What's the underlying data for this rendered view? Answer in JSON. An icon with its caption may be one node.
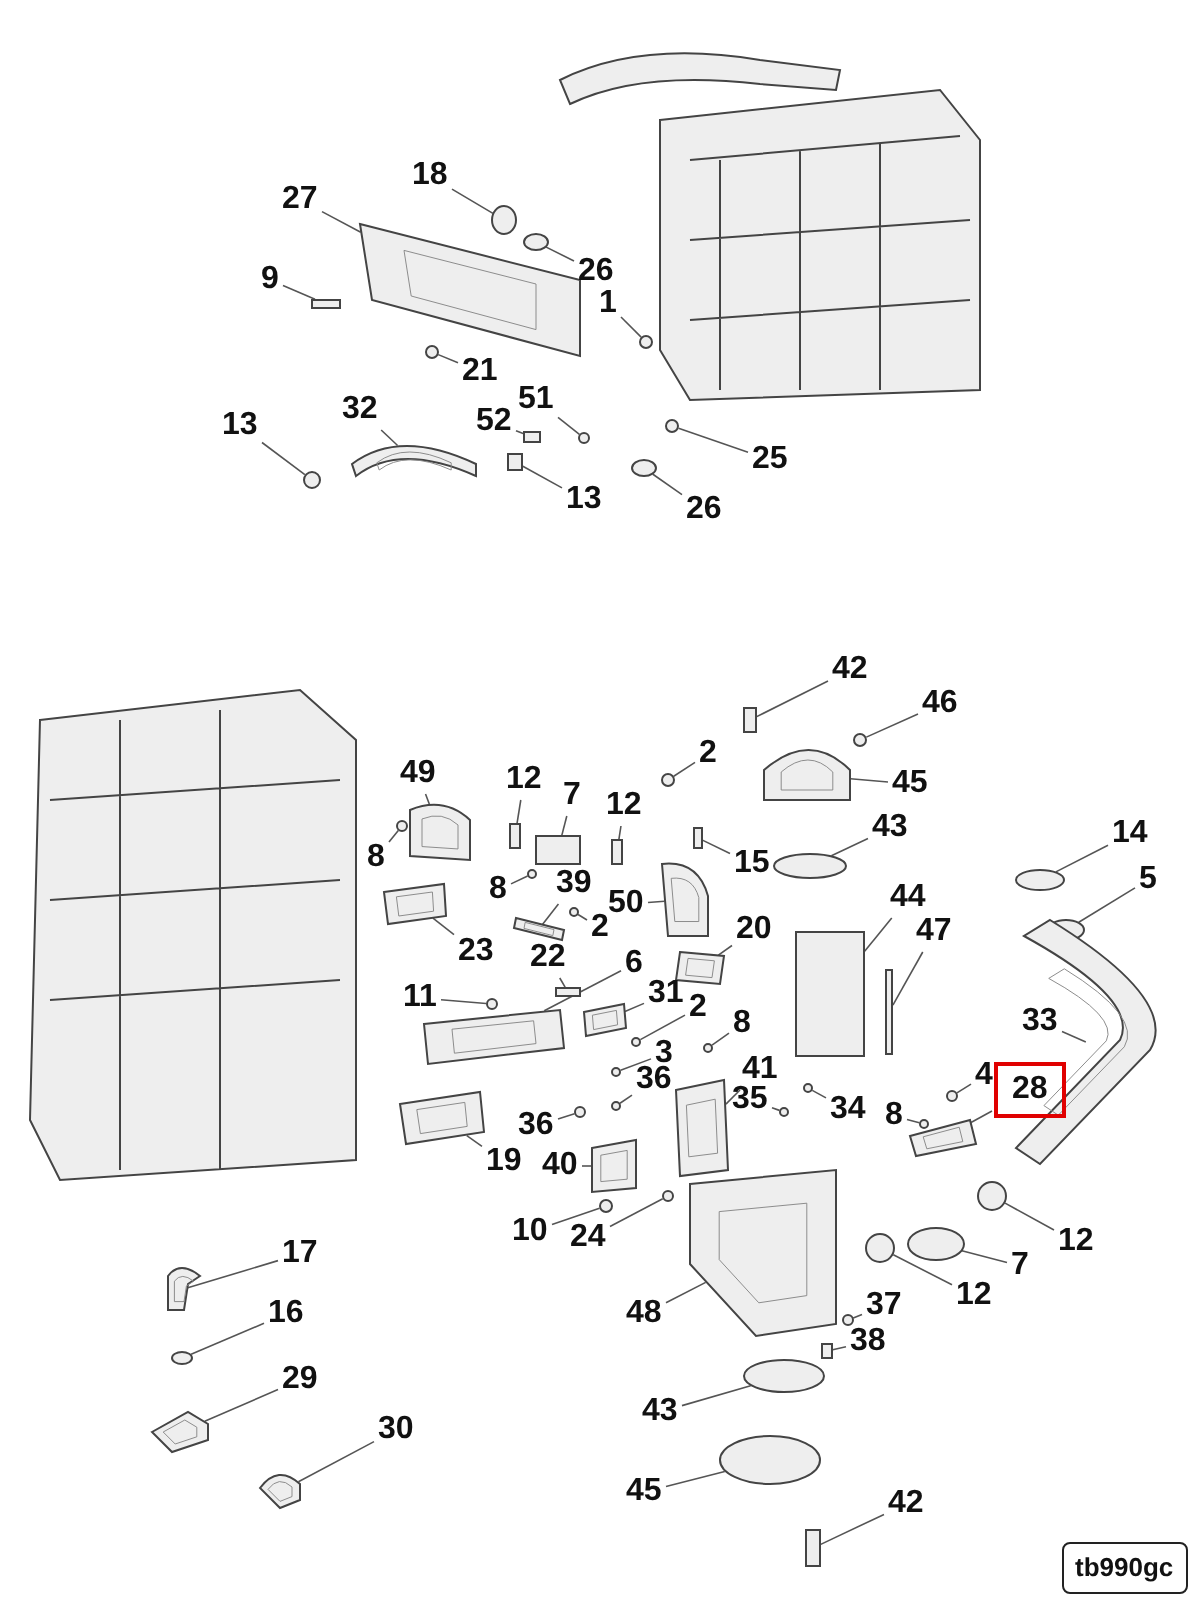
{
  "diagram": {
    "nodes": [
      {
        "text": [
          "18"
        ]
      },
      {
        "text": [
          "27"
        ]
      },
      {
        "text": [
          "9"
        ]
      },
      {
        "text": [
          "26"
        ]
      },
      {
        "text": [
          "1"
        ]
      },
      {
        "text": [
          "21"
        ]
      },
      {
        "text": [
          "51"
        ]
      },
      {
        "text": [
          "52"
        ]
      },
      {
        "text": [
          "32"
        ]
      },
      {
        "text": [
          "13"
        ]
      },
      {
        "text": [
          "25"
        ]
      },
      {
        "text": [
          "13"
        ]
      },
      {
        "text": [
          "26"
        ]
      },
      {
        "text": [
          "42"
        ]
      },
      {
        "text": [
          "46"
        ]
      },
      {
        "text": [
          "45"
        ]
      },
      {
        "text": [
          "2"
        ]
      },
      {
        "text": [
          "49"
        ]
      },
      {
        "text": [
          "12"
        ]
      },
      {
        "text": [
          "7"
        ]
      },
      {
        "text": [
          "12"
        ]
      },
      {
        "text": [
          "8"
        ]
      },
      {
        "text": [
          "43"
        ]
      },
      {
        "text": [
          "15"
        ]
      },
      {
        "text": [
          "14"
        ]
      },
      {
        "text": [
          "8"
        ]
      },
      {
        "text": [
          "39"
        ]
      },
      {
        "text": [
          "50"
        ]
      },
      {
        "text": [
          "2"
        ]
      },
      {
        "text": [
          "44"
        ]
      },
      {
        "text": [
          "5"
        ]
      },
      {
        "text": [
          "23"
        ]
      },
      {
        "text": [
          "22"
        ]
      },
      {
        "text": [
          "20"
        ]
      },
      {
        "text": [
          "47"
        ]
      },
      {
        "text": [
          "11"
        ]
      },
      {
        "text": [
          "6"
        ]
      },
      {
        "text": [
          "31"
        ]
      },
      {
        "text": [
          "2"
        ]
      },
      {
        "text": [
          "8"
        ]
      },
      {
        "text": [
          "3"
        ]
      },
      {
        "text": [
          "41"
        ]
      },
      {
        "text": [
          "36"
        ]
      },
      {
        "text": [
          "35"
        ]
      },
      {
        "text": [
          "34"
        ]
      },
      {
        "text": [
          "4"
        ]
      },
      {
        "text": [
          "33"
        ]
      },
      {
        "text": [
          "28"
        ]
      },
      {
        "text": [
          "8"
        ]
      },
      {
        "text": [
          "36"
        ]
      },
      {
        "text": [
          "19"
        ]
      },
      {
        "text": [
          "40"
        ]
      },
      {
        "text": [
          "10"
        ]
      },
      {
        "text": [
          "24"
        ]
      },
      {
        "text": [
          "12"
        ]
      },
      {
        "text": [
          "7"
        ]
      },
      {
        "text": [
          "12"
        ]
      },
      {
        "text": [
          "48"
        ]
      },
      {
        "text": [
          "37"
        ]
      },
      {
        "text": [
          "38"
        ]
      },
      {
        "text": [
          "17"
        ]
      },
      {
        "text": [
          "16"
        ]
      },
      {
        "text": [
          "29"
        ]
      },
      {
        "text": [
          "30"
        ]
      },
      {
        "text": [
          "43"
        ]
      },
      {
        "text": [
          "45"
        ]
      },
      {
        "text": [
          "42"
        ]
      },
      {
        "text": [
          "tb990gc"
        ]
      },
      {
        "text": [],
        "shape": "circle"
      },
      {
        "text": [],
        "shape": "picture"
      },
      {
        "text": [],
        "shape": "box"
      },
      {
        "text": [],
        "shape": "circle"
      },
      {
        "text": [],
        "shape": "circle"
      },
      {
        "text": [],
        "shape": "circle"
      },
      {
        "text": [],
        "shape": "circle"
      },
      {
        "text": [],
        "shape": "box"
      },
      {
        "text": [],
        "shape": "picture"
      },
      {
        "text": [],
        "shape": "circle"
      },
      {
        "text": [],
        "shape": "circle"
      },
      {
        "text": [],
        "shape": "box"
      },
      {
        "text": [],
        "shape": "circle"
      },
      {
        "text": [],
        "shape": "box"
      },
      {
        "text": [],
        "shape": "circle"
      },
      {
        "text": [],
        "shape": "picture"
      },
      {
        "text": [],
        "shape": "circle"
      },
      {
        "text": [],
        "shape": "picture"
      },
      {
        "text": [],
        "shape": "box"
      },
      {
        "text": [],
        "shape": "box"
      },
      {
        "text": [],
        "shape": "box"
      },
      {
        "text": [],
        "shape": "circle"
      },
      {
        "text": [],
        "shape": "circle"
      },
      {
        "text": [],
        "shape": "box"
      },
      {
        "text": [],
        "shape": "circle"
      },
      {
        "text": [],
        "shape": "circle"
      },
      {
        "text": [],
        "shape": "picture"
      },
      {
        "text": [],
        "shape": "picture"
      },
      {
        "text": [],
        "shape": "circle"
      },
      {
        "text": [],
        "shape": "box"
      },
      {
        "text": [],
        "shape": "circle"
      },
      {
        "text": [],
        "shape": "picture"
      },
      {
        "text": [],
        "shape": "box"
      },
      {
        "text": [],
        "shape": "picture"
      },
      {
        "text": [],
        "shape": "box"
      },
      {
        "text": [],
        "shape": "circle"
      },
      {
        "text": [],
        "shape": "picture"
      },
      {
        "text": [],
        "shape": "picture"
      },
      {
        "text": [],
        "shape": "circle"
      },
      {
        "text": [],
        "shape": "circle"
      },
      {
        "text": [],
        "shape": "circle"
      },
      {
        "text": [],
        "shape": "picture"
      },
      {
        "text": [],
        "shape": "circle"
      },
      {
        "text": [],
        "shape": "circle"
      },
      {
        "text": [],
        "shape": "circle"
      },
      {
        "text": [],
        "shape": "circle"
      },
      {
        "text": [],
        "shape": "picture"
      },
      {
        "text": [],
        "shape": "picture"
      },
      {
        "text": [],
        "shape": "circle"
      },
      {
        "text": [],
        "shape": "circle"
      },
      {
        "text": [],
        "shape": "picture"
      },
      {
        "text": [],
        "shape": "picture"
      },
      {
        "text": [],
        "shape": "circle"
      },
      {
        "text": [],
        "shape": "circle"
      },
      {
        "text": [],
        "shape": "circle"
      },
      {
        "text": [],
        "shape": "circle"
      },
      {
        "text": [],
        "shape": "circle"
      },
      {
        "text": [],
        "shape": "picture"
      },
      {
        "text": [],
        "shape": "circle"
      },
      {
        "text": [],
        "shape": "box"
      },
      {
        "text": [],
        "shape": "picture"
      },
      {
        "text": [],
        "shape": "circle"
      },
      {
        "text": [],
        "shape": "picture"
      },
      {
        "text": [],
        "shape": "picture"
      },
      {
        "text": [],
        "shape": "circle"
      },
      {
        "text": [],
        "shape": "circle"
      },
      {
        "text": [],
        "shape": "box"
      }
    ],
    "edges": [
      {
        "from": 0,
        "to": 68,
        "arrow": "none"
      },
      {
        "from": 1,
        "to": 69,
        "arrow": "none"
      },
      {
        "from": 2,
        "to": 70,
        "arrow": "none"
      },
      {
        "from": 3,
        "to": 71,
        "arrow": "none"
      },
      {
        "from": 4,
        "to": 72,
        "arrow": "none"
      },
      {
        "from": 5,
        "to": 73,
        "arrow": "none"
      },
      {
        "from": 6,
        "to": 74,
        "arrow": "none"
      },
      {
        "from": 7,
        "to": 75,
        "arrow": "none"
      },
      {
        "from": 8,
        "to": 76,
        "arrow": "none"
      },
      {
        "from": 9,
        "to": 77,
        "arrow": "none"
      },
      {
        "from": 10,
        "to": 78,
        "arrow": "none"
      },
      {
        "from": 11,
        "to": 79,
        "arrow": "none"
      },
      {
        "from": 12,
        "to": 80,
        "arrow": "none"
      },
      {
        "from": 13,
        "to": 81,
        "arrow": "none"
      },
      {
        "from": 14,
        "to": 82,
        "arrow": "none"
      },
      {
        "from": 15,
        "to": 83,
        "arrow": "none"
      },
      {
        "from": 16,
        "to": 84,
        "arrow": "none"
      },
      {
        "from": 17,
        "to": 85,
        "arrow": "none"
      },
      {
        "from": 18,
        "to": 86,
        "arrow": "none"
      },
      {
        "from": 19,
        "to": 87,
        "arrow": "none"
      },
      {
        "from": 20,
        "to": 88,
        "arrow": "none"
      },
      {
        "from": 21,
        "to": 89,
        "arrow": "none"
      },
      {
        "from": 22,
        "to": 90,
        "arrow": "none"
      },
      {
        "from": 23,
        "to": 91,
        "arrow": "none"
      },
      {
        "from": 24,
        "to": 92,
        "arrow": "none"
      },
      {
        "from": 25,
        "to": 93,
        "arrow": "none"
      },
      {
        "from": 26,
        "to": 94,
        "arrow": "none"
      },
      {
        "from": 27,
        "to": 95,
        "arrow": "none"
      },
      {
        "from": 28,
        "to": 96,
        "arrow": "none"
      },
      {
        "from": 29,
        "to": 97,
        "arrow": "none"
      },
      {
        "from": 30,
        "to": 98,
        "arrow": "none"
      },
      {
        "from": 31,
        "to": 99,
        "arrow": "none"
      },
      {
        "from": 32,
        "to": 100,
        "arrow": "none"
      },
      {
        "from": 33,
        "to": 101,
        "arrow": "none"
      },
      {
        "from": 34,
        "to": 102,
        "arrow": "none"
      },
      {
        "from": 35,
        "to": 103,
        "arrow": "none"
      },
      {
        "from": 36,
        "to": 104,
        "arrow": "none"
      },
      {
        "from": 37,
        "to": 105,
        "arrow": "none"
      },
      {
        "from": 38,
        "to": 106,
        "arrow": "none"
      },
      {
        "from": 39,
        "to": 107,
        "arrow": "none"
      },
      {
        "from": 40,
        "to": 108,
        "arrow": "none"
      },
      {
        "from": 41,
        "to": 109,
        "arrow": "none"
      },
      {
        "from": 42,
        "to": 110,
        "arrow": "none"
      },
      {
        "from": 43,
        "to": 111,
        "arrow": "none"
      },
      {
        "from": 44,
        "to": 112,
        "arrow": "none"
      },
      {
        "from": 45,
        "to": 113,
        "arrow": "none"
      },
      {
        "from": 46,
        "to": 114,
        "arrow": "none"
      },
      {
        "from": 47,
        "to": 115,
        "arrow": "none"
      },
      {
        "from": 48,
        "to": 116,
        "arrow": "none"
      },
      {
        "from": 49,
        "to": 117,
        "arrow": "none"
      },
      {
        "from": 50,
        "to": 118,
        "arrow": "none"
      },
      {
        "from": 51,
        "to": 119,
        "arrow": "none"
      },
      {
        "from": 52,
        "to": 120,
        "arrow": "none"
      },
      {
        "from": 53,
        "to": 121,
        "arrow": "none"
      },
      {
        "from": 54,
        "to": 122,
        "arrow": "none"
      },
      {
        "from": 55,
        "to": 123,
        "arrow": "none"
      },
      {
        "from": 56,
        "to": 124,
        "arrow": "none"
      },
      {
        "from": 57,
        "to": 125,
        "arrow": "none"
      },
      {
        "from": 58,
        "to": 126,
        "arrow": "none"
      },
      {
        "from": 59,
        "to": 127,
        "arrow": "none"
      },
      {
        "from": 60,
        "to": 128,
        "arrow": "none"
      },
      {
        "from": 61,
        "to": 129,
        "arrow": "none"
      },
      {
        "from": 62,
        "to": 130,
        "arrow": "none"
      },
      {
        "from": 63,
        "to": 131,
        "arrow": "none"
      },
      {
        "from": 64,
        "to": 132,
        "arrow": "none"
      },
      {
        "from": 65,
        "to": 133,
        "arrow": "none"
      },
      {
        "from": 66,
        "to": 134,
        "arrow": "none"
      }
    ]
  }
}
